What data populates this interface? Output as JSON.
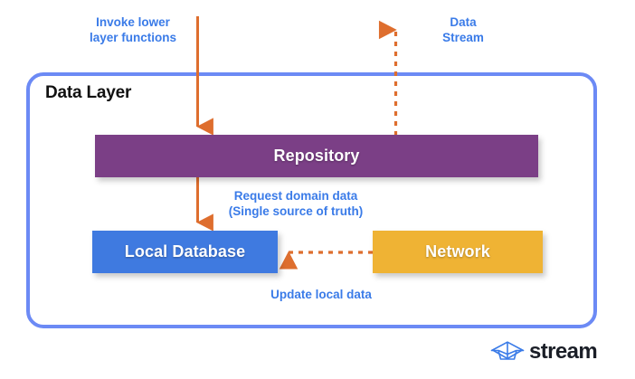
{
  "diagram": {
    "frame": {
      "title": "Data Layer",
      "border_color": "#6C8AF5"
    },
    "nodes": [
      {
        "id": "repository",
        "label": "Repository",
        "color": "#7B3F86"
      },
      {
        "id": "local-database",
        "label": "Local Database",
        "color": "#3F7AE0"
      },
      {
        "id": "network",
        "label": "Network",
        "color": "#EFB334"
      }
    ],
    "labels": {
      "invoke": "Invoke lower\nlayer functions",
      "data_stream": "Data\nStream",
      "request": "Request domain data\n(Single source of truth)",
      "update": "Update local data",
      "color": "#3A7BE8"
    },
    "arrows": {
      "color": "#DE6E2E",
      "items": [
        {
          "name": "invoke-arrow",
          "style": "solid",
          "direction": "down"
        },
        {
          "name": "data-stream-arrow",
          "style": "dashed",
          "direction": "up"
        },
        {
          "name": "request-arrow",
          "style": "solid",
          "direction": "down"
        },
        {
          "name": "update-local-arrow",
          "style": "dashed",
          "direction": "left"
        }
      ]
    }
  },
  "brand": {
    "name": "stream",
    "logo_icon": "paper-boat-icon",
    "logo_color": "#3A7BE8",
    "text_color": "#1A1E27"
  }
}
